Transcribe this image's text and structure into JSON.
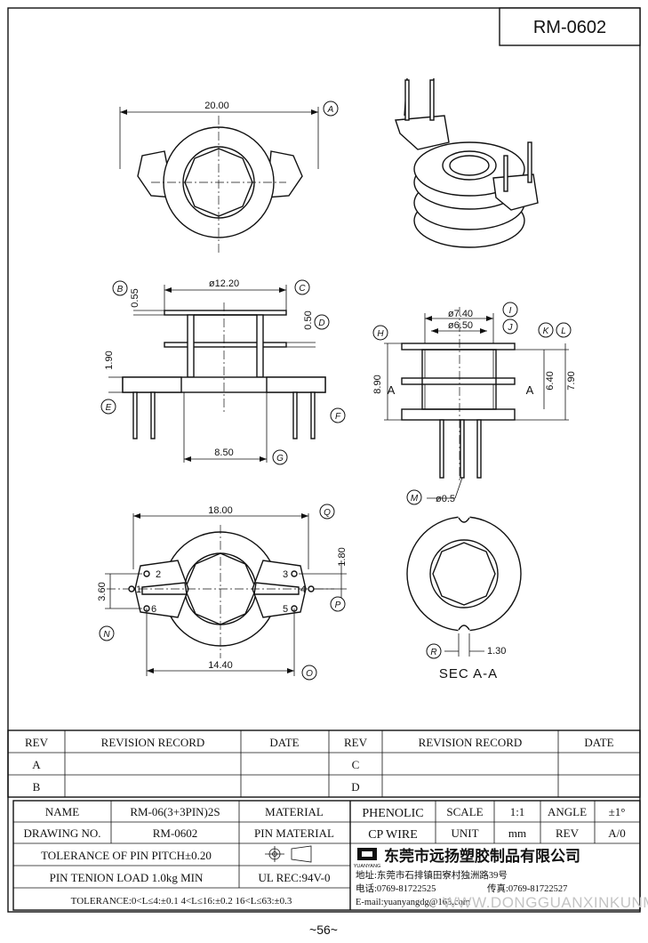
{
  "title": "RM-0602",
  "page_number": "~56~",
  "watermark": "WWW.DONGGUANXINKUNMEDIA.COM",
  "views": {
    "top": {
      "dim_width": "20.00",
      "callout": "A"
    },
    "front": {
      "dim_flange": "ø12.20",
      "dim_055": "0.55",
      "dim_050": "0.50",
      "dim_190": "1.90",
      "dim_850": "8.50",
      "callouts": [
        "B",
        "C",
        "D",
        "E",
        "F",
        "G"
      ]
    },
    "side": {
      "dim_740": "ø7.40",
      "dim_650": "ø6.50",
      "dim_890": "8.90",
      "dim_640": "6.40",
      "dim_790": "7.90",
      "dim_pin": "ø0.5",
      "section_mark_left": "A",
      "section_mark_right": "A",
      "callouts": [
        "H",
        "I",
        "J",
        "K",
        "L",
        "M"
      ]
    },
    "bottom": {
      "dim_1800": "18.00",
      "dim_1440": "14.40",
      "dim_360": "3.60",
      "dim_180": "1.80",
      "pins": [
        "1",
        "2",
        "3",
        "4",
        "5",
        "6"
      ],
      "callouts": [
        "N",
        "O",
        "P",
        "Q"
      ]
    },
    "section": {
      "label": "SEC A-A",
      "dim_130": "1.30",
      "callout": "R"
    }
  },
  "revision_table": {
    "headers": [
      "REV",
      "REVISION RECORD",
      "DATE",
      "REV",
      "REVISION RECORD",
      "DATE"
    ],
    "rows": [
      [
        "A",
        "",
        "",
        "C",
        "",
        ""
      ],
      [
        "B",
        "",
        "",
        "D",
        "",
        ""
      ]
    ]
  },
  "title_block": {
    "name_label": "NAME",
    "name_value": "RM-06(3+3PIN)2S",
    "material_label": "MATERIAL",
    "material_value": "PHENOLIC",
    "scale_label": "SCALE",
    "scale_value": "1:1",
    "angle_label": "ANGLE",
    "angle_value": "±1°",
    "drawing_no_label": "DRAWING NO.",
    "drawing_no_value": "RM-0602",
    "pin_material_label": "PIN MATERIAL",
    "pin_material_value": "CP WIRE",
    "unit_label": "UNIT",
    "unit_value": "mm",
    "rev_label": "REV",
    "rev_value": "A/0",
    "tolerance_pitch": "TOLERANCE OF PIN PITCH±0.20",
    "pin_tension": "PIN TENION LOAD 1.0kg MIN",
    "ul_rec": "UL REC:94V-0",
    "tolerance_general": "TOLERANCE:0<L≤4:±0.1  4<L≤16:±0.2  16<L≤63:±0.3",
    "company_name": "东莞市远扬塑胶制品有限公司",
    "logo_text": "YUANYANG",
    "address": "地址:东莞市石排镇田寮村独洲路39号",
    "phone": "电话:0769-81722525",
    "fax": "传真:0769-81722527",
    "email": "E-mail:yuanyangdg@163.com"
  }
}
